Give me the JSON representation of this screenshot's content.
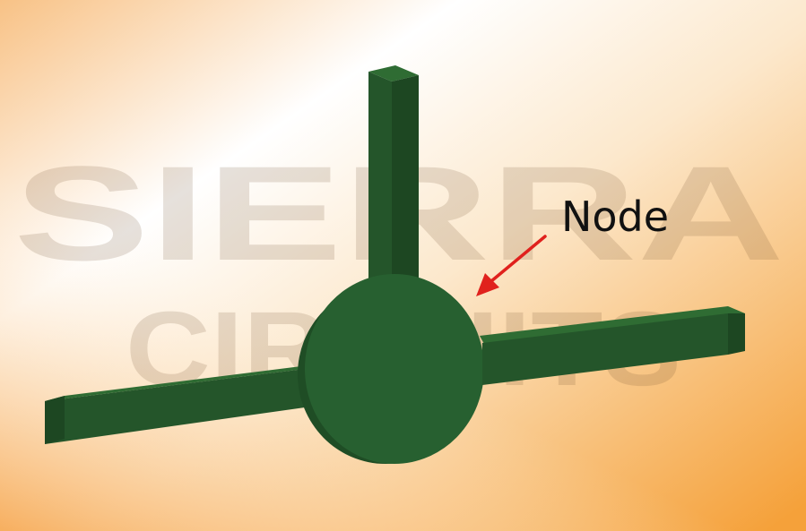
{
  "diagram": {
    "node_label": "Node"
  },
  "watermark": {
    "line1": "SIERRA",
    "line2": "CIRCUITS"
  },
  "colors": {
    "trace_top": "#2f6c33",
    "trace_front": "#24552a",
    "trace_side": "#1d4722",
    "node_face": "#276030",
    "node_edge": "#1f4d25",
    "arrow": "#e0211d",
    "bg_light": "#fffaf0",
    "bg_orange": "#f5a23f"
  }
}
